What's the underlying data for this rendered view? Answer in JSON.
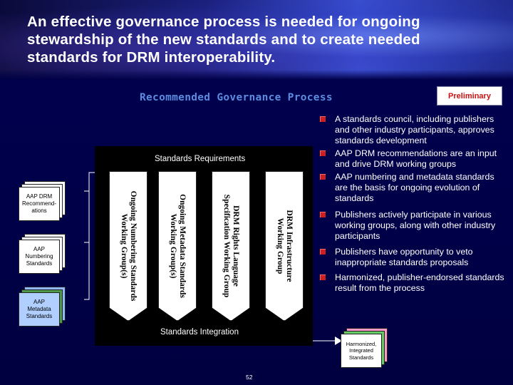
{
  "slide": {
    "title": "An effective governance process is needed for ongoing\nstewardship of the new standards and to create needed\nstandards for DRM interoperability.",
    "section_title": "Recommended Governance Process",
    "badge": "Preliminary",
    "page_number": "52"
  },
  "diagram": {
    "top_label": "Standards Requirements",
    "bottom_label": "Standards Integration",
    "working_groups": [
      "DRM Infrastructure\nWorking Group",
      "DRM Rights Language\nSpecification Working Group",
      "Ongoing Metadata Standards\nWorking Group(s)",
      "Ongoing Numbering Standards\nWorking Group(s)"
    ],
    "inputs": [
      {
        "label": "AAP DRM\nRecommend-\nations",
        "colors": [
          "#ffffff",
          "#ffffff",
          "#ffffff"
        ]
      },
      {
        "label": "AAP\nNumbering\nStandards",
        "colors": [
          "#ffffff",
          "#ffffff",
          "#ffffff"
        ]
      },
      {
        "label": "AAP\nMetadata\nStandards",
        "colors": [
          "#8fb8ff",
          "#4d9a4d",
          "#b0cfff"
        ]
      }
    ],
    "output": {
      "label": "Harmonized,\nIntegrated\nStandards",
      "colors": [
        "#ff99cc",
        "#66cc66",
        "#ffffff"
      ]
    }
  },
  "bullets": [
    "A standards council, including publishers and other industry participants, approves standards development",
    "AAP DRM recommendations are an input and drive DRM working groups",
    "AAP numbering and metadata standards are the basis for ongoing evolution of standards",
    "Publishers actively participate in various working groups, along with other industry participants",
    "Publishers have opportunity to veto inappropriate standards proposals",
    "Harmonized, publisher-endorsed standards result from the process"
  ]
}
